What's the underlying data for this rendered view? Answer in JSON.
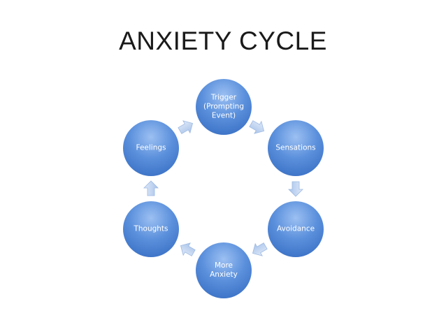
{
  "slide": {
    "title": "ANXIETY CYCLE"
  },
  "cycle": {
    "nodes": [
      {
        "id": "trigger",
        "label": "Trigger\n(Prompting\nEvent)"
      },
      {
        "id": "sensations",
        "label": "Sensations"
      },
      {
        "id": "avoidance",
        "label": "Avoidance"
      },
      {
        "id": "more-anxiety",
        "label": "More\nAnxiety"
      },
      {
        "id": "thoughts",
        "label": "Thoughts"
      },
      {
        "id": "feelings",
        "label": "Feelings"
      }
    ],
    "colors": {
      "node_fill": "#4f86d6",
      "node_highlight": "#8fb6ee",
      "arrow_fill": "#c8d9f2",
      "arrow_stroke": "#9db9e3"
    }
  }
}
